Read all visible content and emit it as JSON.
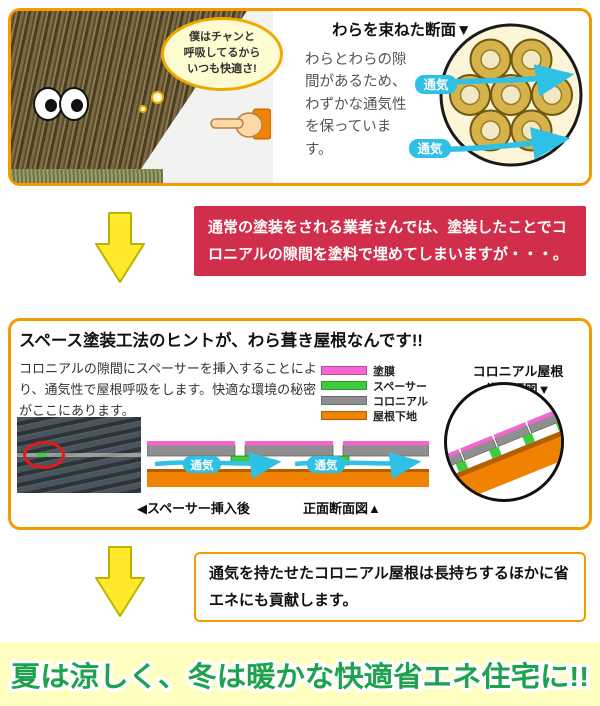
{
  "colors": {
    "panel_border": "#f59b00",
    "red_box": "#d12e4b",
    "arrow_yellow": "#ffe92a",
    "vent_cyan": "#2fc0e6",
    "footer_green": "#1ea24d",
    "footer_bg": "#ffffc0"
  },
  "panel1": {
    "thought_bubble": "僕はチャンと\n呼吸してるから\nいつも快適さ!",
    "title": "わらを束ねた断面▼",
    "body": "わらとわらの隙間があるため、わずかな通気性を保っています。",
    "vent_label_1": "通気",
    "vent_label_2": "通気"
  },
  "callout1": {
    "text": "通常の塗装をされる業者さんでは、塗装したことでコロニアルの隙間を塗料で埋めてしまいますが・・・。"
  },
  "panel2": {
    "title": "スペース塗装工法のヒントが、わら葺き屋根なんです!!",
    "body": "コロニアルの隙間にスペーサーを挿入することにより、通気性で屋根呼吸をします。快適な環境の秘密がここにあります。",
    "legend": [
      {
        "label": "塗膜",
        "color": "#f565d2"
      },
      {
        "label": "スペーサー",
        "color": "#3ecb3e"
      },
      {
        "label": "コロニアル",
        "color": "#8f8f8f"
      },
      {
        "label": "屋根下地",
        "color": "#ef8200"
      }
    ],
    "diagram_title_line1": "コロニアル屋根",
    "diagram_title_line2": "横断面図▼",
    "vent_label_1": "通気",
    "vent_label_2": "通気",
    "caption_left": "◀スペーサー挿入後",
    "caption_right": "正面断面図▲"
  },
  "callout2": {
    "text": "通気を持たせたコロニアル屋根は長持ちするほかに省エネにも貢献します。"
  },
  "footer": {
    "text": "夏は涼しく、冬は暖かな快適省エネ住宅に!!"
  }
}
